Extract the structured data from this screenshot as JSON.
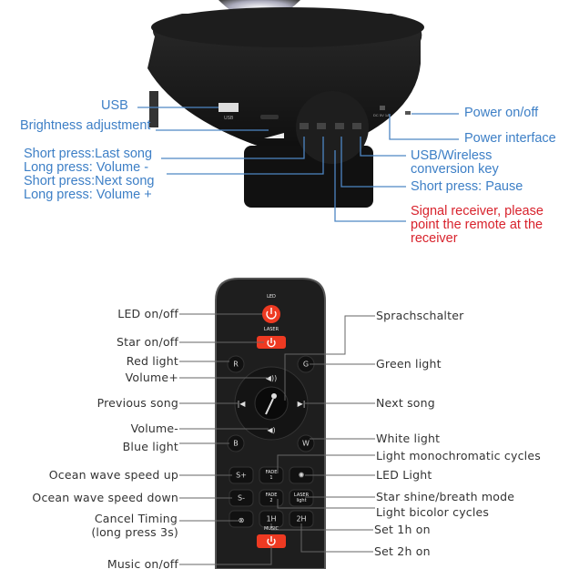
{
  "device_labels": {
    "usb": "USB",
    "brightness": "Brightness adjustment",
    "last_song": [
      "Short press:Last song",
      "Long press: Volume -"
    ],
    "next_song": [
      "Short press:Next song",
      "Long press: Volume +"
    ],
    "power_onoff": "Power on/off",
    "power_interface": "Power interface",
    "usb_wireless": [
      "USB/Wireless",
      "conversion key"
    ],
    "pause": "Short press: Pause",
    "signal_receiver": [
      "Signal receiver, please",
      "point the remote at the",
      "receiver"
    ]
  },
  "device_marks": {
    "usb_port": "USB",
    "dc": "DC 5V 1A"
  },
  "remote_labels_left": {
    "led": "LED on/off",
    "star": "Star on/off",
    "red": "Red light",
    "vol_up": "Volume+",
    "prev": "Previous song",
    "vol_down": "Volume-",
    "blue": "Blue light",
    "speed_up": "Ocean wave speed up",
    "speed_down": "Ocean wave speed down",
    "cancel": [
      "Cancel Timing",
      "(long press 3s)"
    ],
    "music": "Music on/off"
  },
  "remote_labels_right": {
    "sprach": "Sprachschalter",
    "green": "Green light",
    "next": "Next song",
    "white": "White light",
    "mono": "Light monochromatic cycles",
    "ledlight": "LED Light",
    "starshine": "Star shine/breath mode",
    "bicolor": "Light bicolor cycles",
    "set1h": "Set 1h on",
    "set2h": "Set 2h on"
  },
  "remote_buttons": {
    "led_caption": "LED",
    "laser_caption": "LASER",
    "music_caption": "MUSIC",
    "r": "R",
    "g": "G",
    "b": "B",
    "w": "W",
    "s_plus": "S+",
    "s_minus": "S-",
    "fade1": "FADE 1",
    "fade2": "FADE 2",
    "laser_light": "LASER light",
    "h1": "1H",
    "h2": "2H"
  },
  "colors": {
    "label_blue": "#3d7fc6",
    "warning_red": "#d8222c",
    "power_red": "#ee3a22"
  }
}
